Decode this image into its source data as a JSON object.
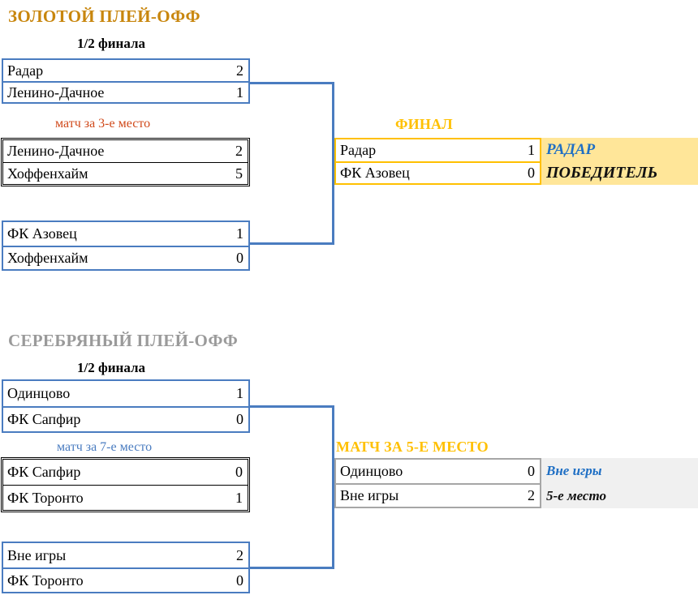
{
  "colors": {
    "gold_title": "#c8860d",
    "silver_title": "#9a9a9a",
    "bracket_blue": "#4a7cc0",
    "stage_gold": "#ffc000",
    "panel_gold": "#ffe699",
    "panel_gray": "#f0f0f0",
    "place_orange": "#d0491a",
    "place_blue": "#4a7cc0",
    "result_blue": "#1f6fc4"
  },
  "gold": {
    "title": "ЗОЛОТОЙ ПЛЕЙ-ОФФ",
    "round_label": "1/2 финала",
    "third_place_label": "матч за 3-е место",
    "final_label": "ФИНАЛ",
    "semifinal_1": {
      "rows": [
        {
          "team": "Радар",
          "score": "2"
        },
        {
          "team": "Ленино-Дачное",
          "score": "1"
        }
      ]
    },
    "third_place": {
      "rows": [
        {
          "team": "Ленино-Дачное",
          "score": "2"
        },
        {
          "team": "Хоффенхайм",
          "score": "5"
        }
      ]
    },
    "semifinal_2": {
      "rows": [
        {
          "team": "ФК Азовец",
          "score": "1"
        },
        {
          "team": "Хоффенхайм",
          "score": "0"
        }
      ]
    },
    "final": {
      "rows": [
        {
          "team": "Радар",
          "score": "1"
        },
        {
          "team": "ФК Азовец",
          "score": "0"
        }
      ],
      "result": {
        "winner_name": "РАДАР",
        "winner_title": "ПОБЕДИТЕЛЬ"
      }
    }
  },
  "silver": {
    "title": "СЕРЕБРЯНЫЙ ПЛЕЙ-ОФФ",
    "round_label": "1/2 финала",
    "seventh_place_label": "матч за 7-е место",
    "fifth_place_label": "МАТЧ ЗА 5-Е МЕСТО",
    "semifinal_1": {
      "rows": [
        {
          "team": "Одинцово",
          "score": "1"
        },
        {
          "team": "ФК Сапфир",
          "score": "0"
        }
      ]
    },
    "seventh_place": {
      "rows": [
        {
          "team": "ФК Сапфир",
          "score": "0"
        },
        {
          "team": "ФК Торонто",
          "score": "1"
        }
      ]
    },
    "semifinal_2": {
      "rows": [
        {
          "team": "Вне игры",
          "score": "2"
        },
        {
          "team": "ФК Торонто",
          "score": "0"
        }
      ]
    },
    "fifth_place": {
      "rows": [
        {
          "team": "Одинцово",
          "score": "0"
        },
        {
          "team": "Вне игры",
          "score": "2"
        }
      ],
      "result": {
        "winner_name": "Вне игры",
        "winner_title": "5-е место"
      }
    }
  }
}
